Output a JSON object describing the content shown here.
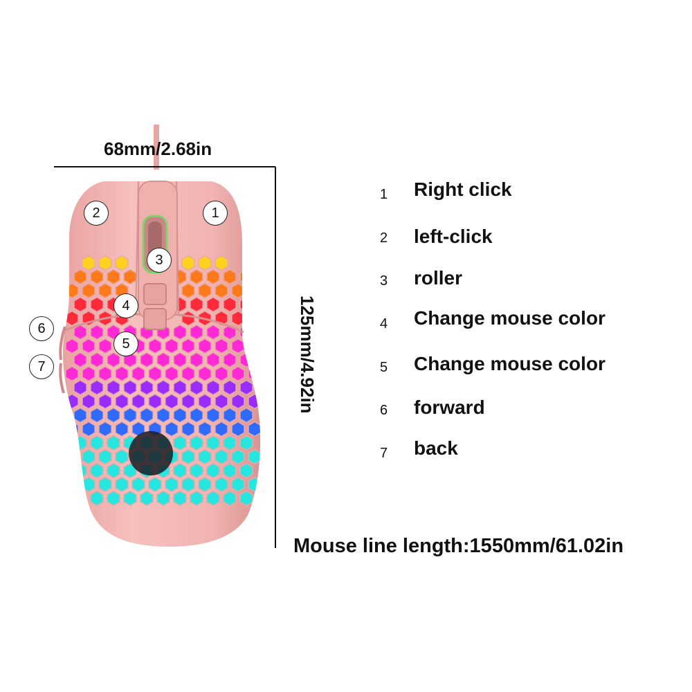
{
  "dimensions": {
    "width": "68mm/2.68in",
    "length": "125mm/4.92in",
    "cable": "Mouse line length:1550mm/61.02in"
  },
  "callouts": [
    "1",
    "2",
    "3",
    "4",
    "5",
    "6",
    "7"
  ],
  "legend": [
    {
      "num": "1",
      "label": "Right click"
    },
    {
      "num": "2",
      "label": "left-click"
    },
    {
      "num": "3",
      "label": "roller"
    },
    {
      "num": "4",
      "label": "Change mouse color"
    },
    {
      "num": "5",
      "label": "Change mouse color"
    },
    {
      "num": "6",
      "label": "forward"
    },
    {
      "num": "7",
      "label": "back"
    }
  ],
  "colors": {
    "body": "#f2b6b4",
    "body_shadow": "#d98f8e",
    "glow_top": "#ffd21f",
    "glow_orange": "#ff7a1a",
    "glow_red": "#ff2a3a",
    "glow_magenta": "#ff2ad6",
    "glow_violet": "#9a2cff",
    "glow_blue": "#2f6bff",
    "glow_cyan": "#27e6e0"
  }
}
